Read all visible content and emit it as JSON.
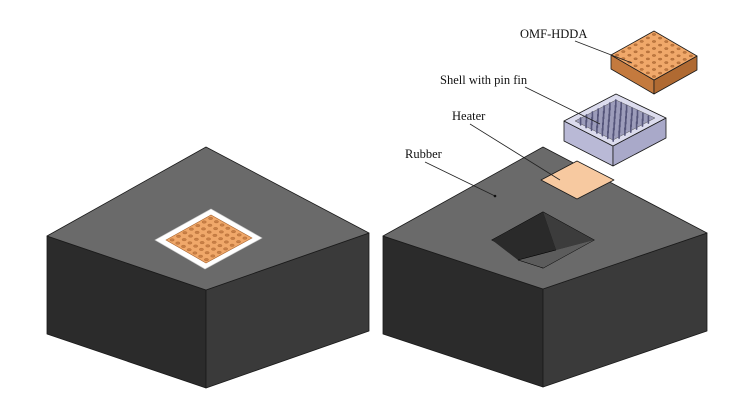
{
  "labels": {
    "omf": "OMF-HDDA",
    "shell": "Shell with pin fin",
    "heater": "Heater",
    "rubber": "Rubber"
  },
  "colors": {
    "rubber_top": "#6a6a6a",
    "rubber_side_left": "#2b2b2b",
    "rubber_side_right": "#3a3a3a",
    "copper_top": "#f0a86a",
    "copper_side": "#c47a3e",
    "heater": "#f7c9a0",
    "shell_top": "#d9d9ec",
    "shell_side": "#b9b9d6",
    "pin": "#8a8aa8"
  }
}
